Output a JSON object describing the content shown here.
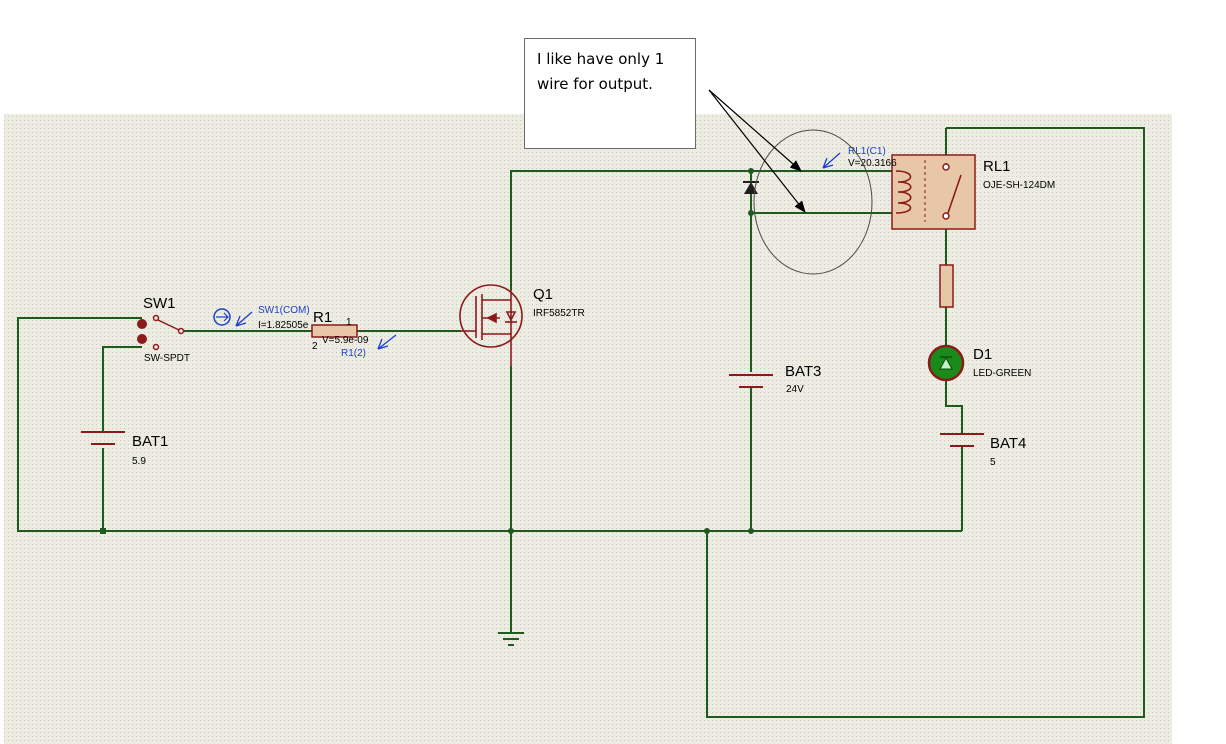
{
  "callout": {
    "line1": "I like have only 1",
    "line2": "wire for output."
  },
  "components": {
    "sw1": {
      "ref": "SW1",
      "type": "SW-SPDT"
    },
    "r1": {
      "ref": "R1",
      "pin": "2",
      "pin2": "1"
    },
    "q1": {
      "ref": "Q1",
      "part": "IRF5852TR"
    },
    "rl1": {
      "ref": "RL1",
      "part": "OJE-SH-124DM"
    },
    "d1": {
      "ref": "D1",
      "part": "LED-GREEN"
    },
    "bat1": {
      "ref": "BAT1",
      "value": "5.9"
    },
    "bat3": {
      "ref": "BAT3",
      "value": "24V"
    },
    "bat4": {
      "ref": "BAT4",
      "value": "5"
    }
  },
  "probes": {
    "sw1_com": {
      "name": "SW1(COM)",
      "reading": "I=1.82505e"
    },
    "r1_2": {
      "name": "R1(2)",
      "reading": "V=5.9e-09"
    },
    "rl1_c1": {
      "name": "RL1(C1)",
      "reading": "V=20.3166"
    }
  },
  "colors": {
    "sheet": "#e8e8dc",
    "wire": "#1f5a1f",
    "component": "#8b1a1a",
    "relay_fill": "#e8c7a8",
    "led": "#1a8a1a",
    "probe": "#1f3fd0"
  }
}
